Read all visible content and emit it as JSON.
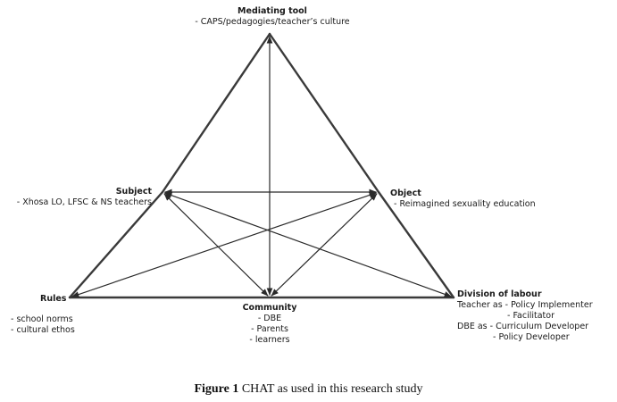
{
  "diagram": {
    "nodes": {
      "mediating_tool": {
        "title": "Mediating tool",
        "items": [
          "- CAPS/pedagogies/teacher’s culture"
        ]
      },
      "subject": {
        "title": "Subject",
        "items": [
          "- Xhosa LO, LFSC & NS teachers"
        ]
      },
      "object": {
        "title": "Object",
        "items": [
          "- Reimagined sexuality education"
        ]
      },
      "rules": {
        "title": "Rules",
        "items": [
          "-  school norms",
          "- cultural ethos"
        ]
      },
      "community": {
        "title": "Community",
        "items": [
          "- DBE",
          "- Parents",
          "- learners"
        ]
      },
      "division_of_labour": {
        "title": "Division of labour",
        "items": [
          "Teacher as - Policy Implementer",
          "- Facilitator",
          "DBE as  - Curriculum Developer",
          "-  Policy Developer"
        ]
      }
    },
    "edges": [
      {
        "from": "mediating_tool",
        "to": "subject",
        "type": "line"
      },
      {
        "from": "subject",
        "to": "rules",
        "type": "line"
      },
      {
        "from": "mediating_tool",
        "to": "object",
        "type": "line"
      },
      {
        "from": "object",
        "to": "division_of_labour",
        "type": "line"
      },
      {
        "from": "rules",
        "to": "division_of_labour",
        "type": "line"
      },
      {
        "from": "mediating_tool",
        "to": "community",
        "type": "double-arrow"
      },
      {
        "from": "subject",
        "to": "object",
        "type": "double-arrow"
      },
      {
        "from": "subject",
        "to": "division_of_labour",
        "type": "double-arrow"
      },
      {
        "from": "subject",
        "to": "community",
        "type": "double-arrow"
      },
      {
        "from": "object",
        "to": "rules",
        "type": "double-arrow"
      },
      {
        "from": "object",
        "to": "community",
        "type": "double-arrow"
      }
    ]
  },
  "caption": {
    "label": "Figure 1",
    "text": " CHAT as used in this research study"
  },
  "colors": {
    "outline": "#3a3a3a",
    "arrow": "#2a2a2a",
    "text": "#1a1a1a"
  }
}
